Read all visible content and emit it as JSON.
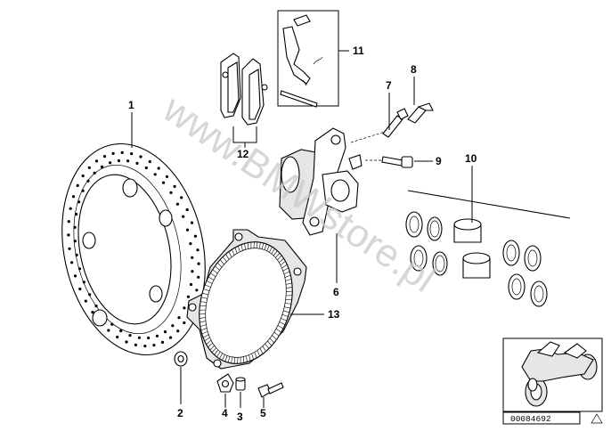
{
  "watermark": "www.BMWstore.pl",
  "reference_number": "00084692",
  "callouts": [
    {
      "id": "c1",
      "label": "1"
    },
    {
      "id": "c2",
      "label": "2"
    },
    {
      "id": "c3",
      "label": "3"
    },
    {
      "id": "c4",
      "label": "4"
    },
    {
      "id": "c5",
      "label": "5"
    },
    {
      "id": "c6",
      "label": "6"
    },
    {
      "id": "c7",
      "label": "7"
    },
    {
      "id": "c8",
      "label": "8"
    },
    {
      "id": "c9",
      "label": "9"
    },
    {
      "id": "c10",
      "label": "10"
    },
    {
      "id": "c11",
      "label": "11"
    },
    {
      "id": "c12",
      "label": "12"
    },
    {
      "id": "c13",
      "label": "13"
    }
  ]
}
